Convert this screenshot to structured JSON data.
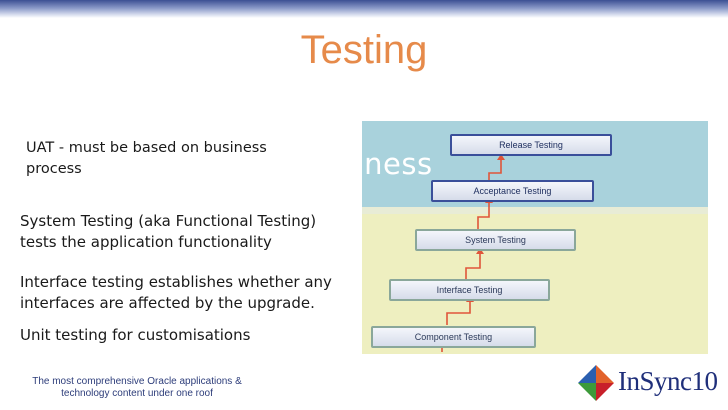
{
  "slide": {
    "title": "Testing",
    "bullets": [
      "UAT - must be based on business process",
      "System Testing (aka Functional Testing) tests the application functionality",
      "Interface testing establishes whether any interfaces are affected by the upgrade.",
      "Unit testing for customisations"
    ]
  },
  "diagram": {
    "watermark": "siness",
    "levels": [
      "Release Testing",
      "Acceptance Testing",
      "System Testing",
      "Interface Testing",
      "Component Testing"
    ],
    "colors": {
      "business_band": "#a9d2dc",
      "technical_band": "#eeefc0",
      "arrow": "#e0553a"
    }
  },
  "footer": {
    "tagline": "The most comprehensive Oracle applications & technology content under one roof",
    "logo_text": "InSync10",
    "logo_icon": "diamond-logo-icon"
  },
  "theme": {
    "title_color": "#e68a4a",
    "header_band": "#3b4f93"
  }
}
